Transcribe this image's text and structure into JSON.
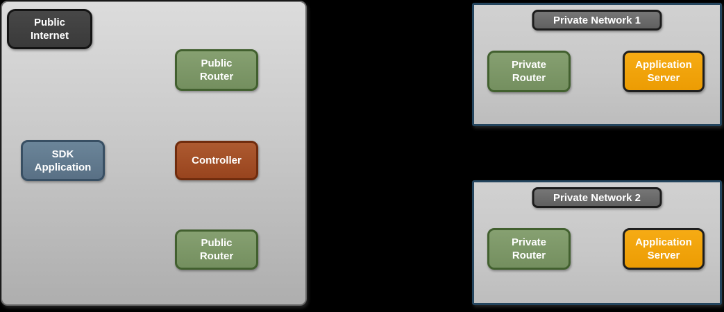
{
  "colors": {
    "background": "#000000",
    "cloud_fill_top": "#dcdcdc",
    "cloud_fill_bottom": "#aeaeae",
    "cloud_border": "#686868",
    "network_border": "#24455e",
    "network_fill": "#c7c7c7",
    "node_dark": "#3d3d3d",
    "node_green": "#7d9467",
    "node_green_border": "#42602f",
    "node_blue": "#61798e",
    "node_blue_border": "#384f63",
    "node_brown": "#a34f28",
    "node_brown_border": "#702c0d",
    "node_orange": "#f2a10c",
    "title_gray": "#6a6a6a",
    "label_text": "#ffffff"
  },
  "public_cloud": {
    "nodes": {
      "public_internet": {
        "label": "Public\nInternet"
      },
      "public_router_top": {
        "label": "Public\nRouter"
      },
      "sdk_application": {
        "label": "SDK\nApplication"
      },
      "controller": {
        "label": "Controller"
      },
      "public_router_bottom": {
        "label": "Public\nRouter"
      }
    }
  },
  "networks": [
    {
      "title": "Private Network 1",
      "nodes": {
        "private_router": {
          "label": "Private\nRouter"
        },
        "application_server": {
          "label": "Application\nServer"
        }
      }
    },
    {
      "title": "Private Network 2",
      "nodes": {
        "private_router": {
          "label": "Private\nRouter"
        },
        "application_server": {
          "label": "Application\nServer"
        }
      }
    }
  ]
}
